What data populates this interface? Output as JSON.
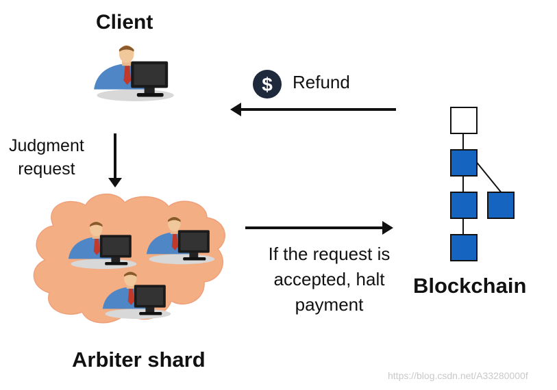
{
  "nodes": {
    "client": "Client",
    "arbiter_shard": "Arbiter shard",
    "blockchain": "Blockchain"
  },
  "edges": {
    "judgment_request_line1": "Judgment",
    "judgment_request_line2": "request",
    "refund": "Refund",
    "halt_line1": "If the request is",
    "halt_line2": "accepted, halt",
    "halt_line3": "payment"
  },
  "icons": {
    "refund_icon": "dollar-coin-icon",
    "person_icon": "person-at-computer-icon"
  },
  "watermark": "https://blog.csdn.net/A33280000f",
  "colors": {
    "cloud_fill": "#f4ae84",
    "block_fill": "#1565c0",
    "coin_fill": "#1e2a3c"
  }
}
